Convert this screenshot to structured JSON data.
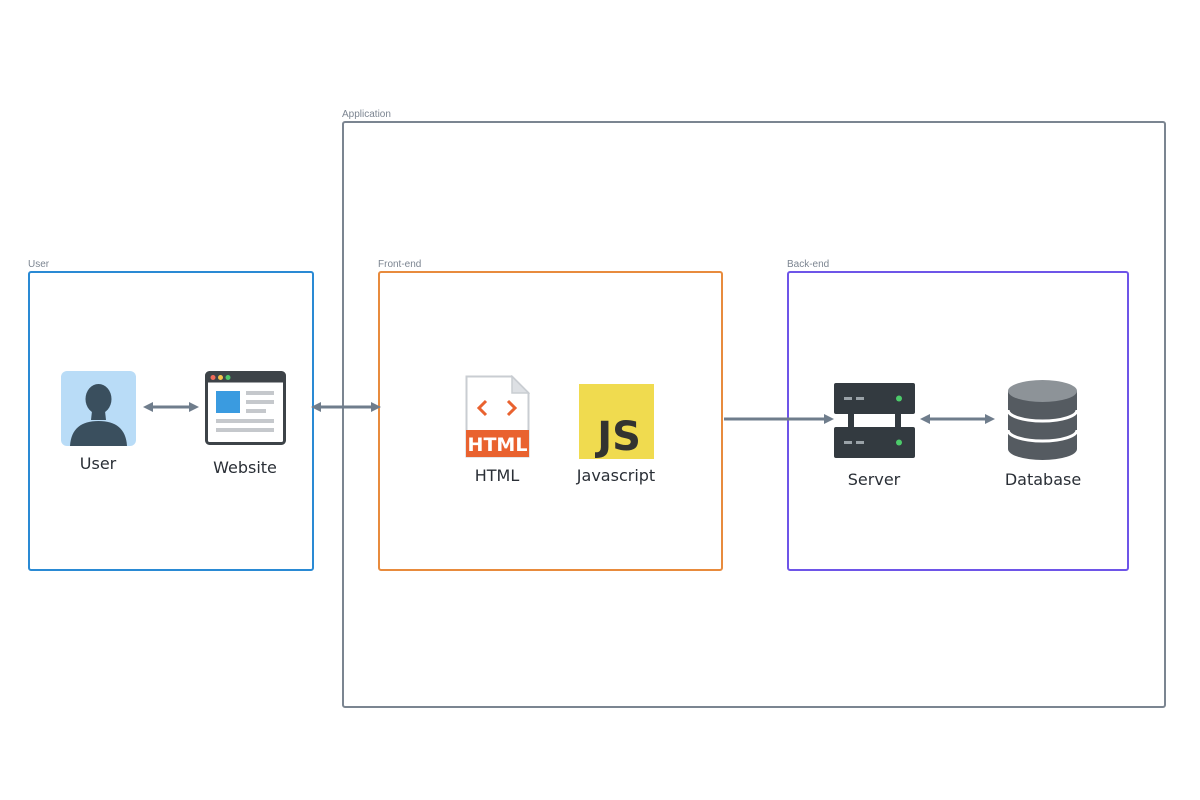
{
  "groups": {
    "application": {
      "caption": "Application",
      "color": "#7b8591"
    },
    "user": {
      "caption": "User",
      "color": "#2a8ad4"
    },
    "frontend": {
      "caption": "Front-end",
      "color": "#e88b3d"
    },
    "backend": {
      "caption": "Back-end",
      "color": "#6e55e8"
    }
  },
  "nodes": {
    "user": {
      "label": "User",
      "icon": "user-avatar-icon"
    },
    "website": {
      "label": "Website",
      "icon": "browser-window-icon"
    },
    "html": {
      "label": "HTML",
      "icon": "html-file-icon",
      "badge": "HTML"
    },
    "javascript": {
      "label": "Javascript",
      "icon": "javascript-logo-icon",
      "badge": "JS"
    },
    "server": {
      "label": "Server",
      "icon": "server-rack-icon"
    },
    "database": {
      "label": "Database",
      "icon": "database-icon"
    }
  },
  "connectors": [
    {
      "from": "user",
      "to": "website",
      "direction": "bidirectional"
    },
    {
      "from": "website",
      "to": "frontend",
      "direction": "bidirectional"
    },
    {
      "from": "frontend",
      "to": "server",
      "direction": "forward"
    },
    {
      "from": "server",
      "to": "database",
      "direction": "bidirectional"
    }
  ],
  "colors": {
    "connector": "#6f7d8c",
    "label_text": "#2a2f36",
    "html_orange": "#e9622f",
    "js_yellow": "#f0db4f",
    "user_bg": "#b9dcf7",
    "user_figure": "#3a4f5e",
    "server_dark": "#333a40",
    "server_led": "#4ccb6a",
    "database_grey": "#555b61"
  }
}
